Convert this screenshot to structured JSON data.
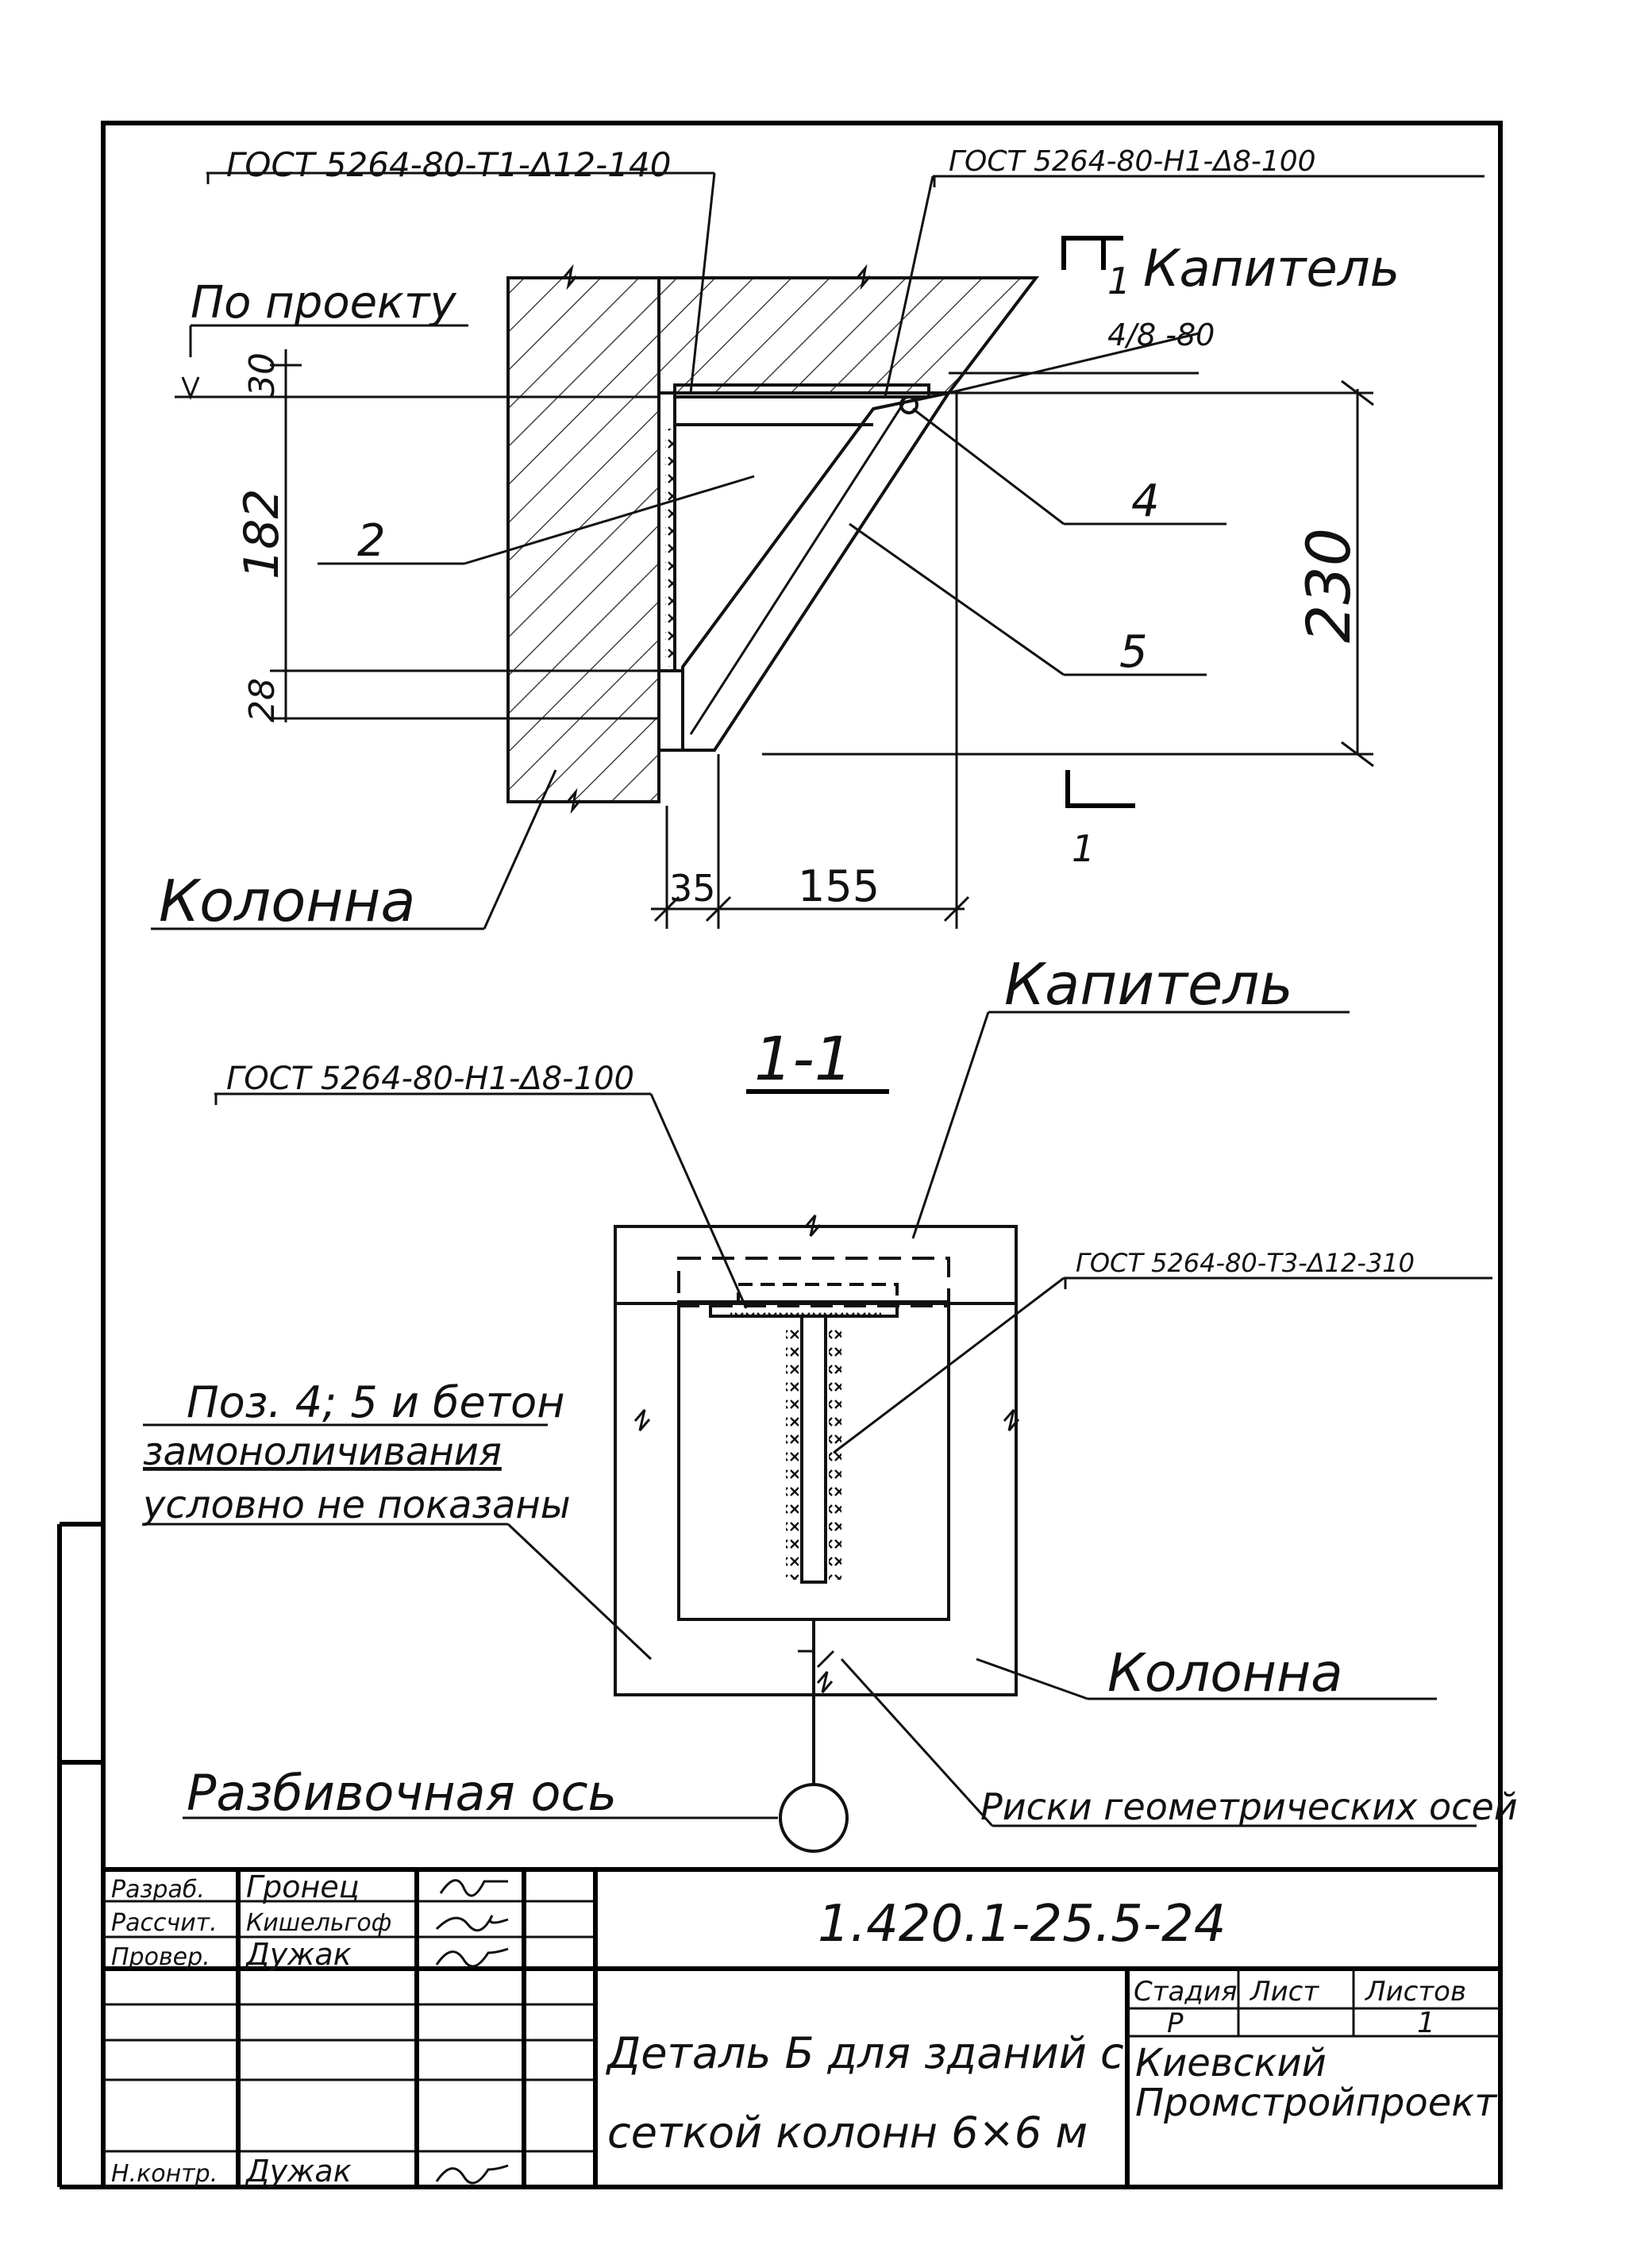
{
  "drawing": {
    "top_view": {
      "weld_label_left": "ГОСТ 5264-80-Т1-Δ12-140",
      "weld_label_right": "ГОСТ 5264-80-Н1-Δ8-100",
      "section_mark": "1",
      "capital_label": "Капитель",
      "by_project_label": "По проекту",
      "weld_leg_label": "4/8 -80",
      "callout_2": "2",
      "callout_4": "4",
      "callout_5": "5",
      "dim_30": "30",
      "dim_182": "182",
      "dim_28": "28",
      "dim_230": "230",
      "dim_35": "35",
      "dim_155": "155",
      "column_label": "Колонна"
    },
    "section_view": {
      "capital_label": "Капитель",
      "section_title": "1-1",
      "weld_label_top": "ГОСТ 5264-80-Н1-Δ8-100",
      "weld_label_right": "ГОСТ 5264-80-Т3-Δ12-310",
      "note_line1": "Поз. 4; 5 и бетон",
      "note_line2": "замоноличивания",
      "note_line3": "условно не показаны",
      "column_label": "Колонна",
      "axis_label": "Разбивочная ось",
      "axis_marks_label": "Риски геометрических осей"
    }
  },
  "title_block": {
    "designation": "1.420.1-25.5-24",
    "roles": [
      "Разраб.",
      "Рассчит.",
      "Провер.",
      "",
      "",
      "",
      "Н.контр."
    ],
    "names": [
      "Гронец",
      "Кишельгоф",
      "Дужак",
      "",
      "",
      "",
      "Дужак"
    ],
    "title_line1": "Деталь Б для зданий с",
    "title_line2": "сеткой колонн 6×6 м",
    "stage_header": "Стадия",
    "sheet_header": "Лист",
    "sheets_header": "Листов",
    "stage_value": "Р",
    "sheets_value": "1",
    "org_line1": "Киевский",
    "org_line2": "Промстройпроект"
  }
}
